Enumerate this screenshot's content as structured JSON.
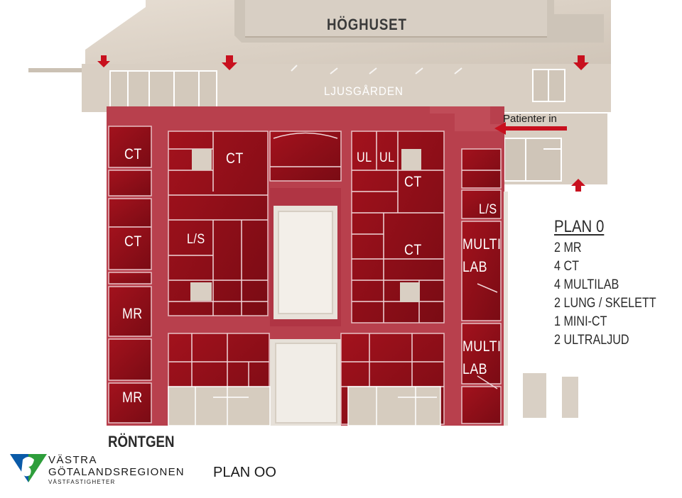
{
  "building": {
    "hoghuset": "HÖGHUSET",
    "ljusgarden": "LJUSGÅRDEN",
    "department": "RÖNTGEN",
    "entrance": "Patienter in"
  },
  "rooms": {
    "ct_1": "CT",
    "ct_2": "CT",
    "ct_3": "CT",
    "ct_4": "CT",
    "ct_5": "CT",
    "mr_1": "MR",
    "mr_2": "MR",
    "ls_1": "L/S",
    "ls_2": "L/S",
    "ul_1": "UL",
    "ul_2": "UL",
    "multi_1": "MULTI",
    "lab_1": "LAB",
    "multi_2": "MULTI",
    "lab_2": "LAB"
  },
  "legend": {
    "title": "PLAN 0",
    "items": [
      "2 MR",
      "4 CT",
      "4 MULTILAB",
      "2 LUNG / SKELETT",
      "1 MINI-CT",
      "2 ULTRALJUD"
    ]
  },
  "logo": {
    "line1": "VÄSTRA",
    "line2": "GÖTALANDSREGIONEN",
    "line3": "VÄSTFASTIGHETER"
  },
  "caption": "PLAN OO",
  "colors": {
    "room_red": "#8e0d16",
    "corridor_red": "#b53a48",
    "building_beige": "#dcd2c6",
    "arrow_red": "#c8101e",
    "logo_blue": "#0a5aa8",
    "logo_green": "#2e9e3b"
  }
}
